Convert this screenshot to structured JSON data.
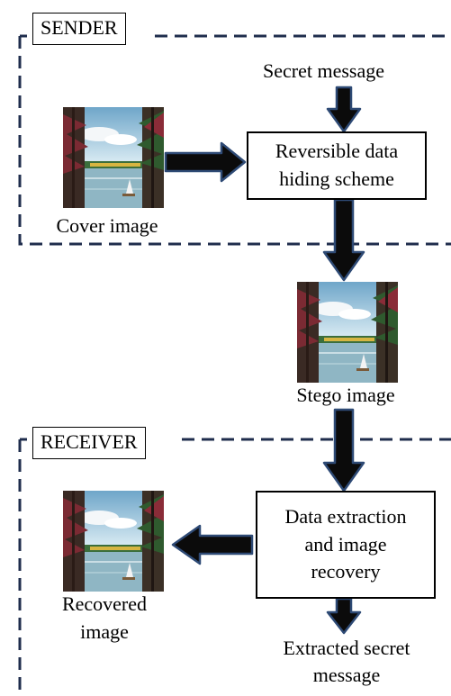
{
  "sender": {
    "section_label": "SENDER",
    "input_label": "Secret message",
    "process_label": "Reversible data hiding scheme",
    "image_label": "Cover image"
  },
  "stego": {
    "image_label": "Stego image"
  },
  "receiver": {
    "section_label": "RECEIVER",
    "process_label": "Data extraction and image recovery",
    "image_label": "Recovered image",
    "output_label": "Extracted secret message"
  },
  "colors": {
    "dash_border": "#1f2d4d",
    "arrow_fill": "#0b0b0b",
    "arrow_outline": "#2e4a75"
  }
}
